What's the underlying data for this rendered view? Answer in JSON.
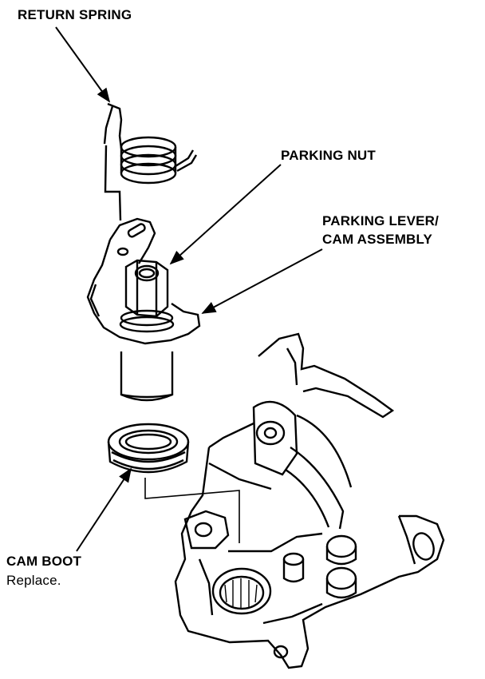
{
  "labels": {
    "return_spring": "RETURN SPRING",
    "parking_nut": "PARKING NUT",
    "parking_lever_line1": "PARKING LEVER/",
    "parking_lever_line2": "CAM ASSEMBLY",
    "cam_boot": "CAM BOOT",
    "cam_boot_note": "Replace."
  }
}
